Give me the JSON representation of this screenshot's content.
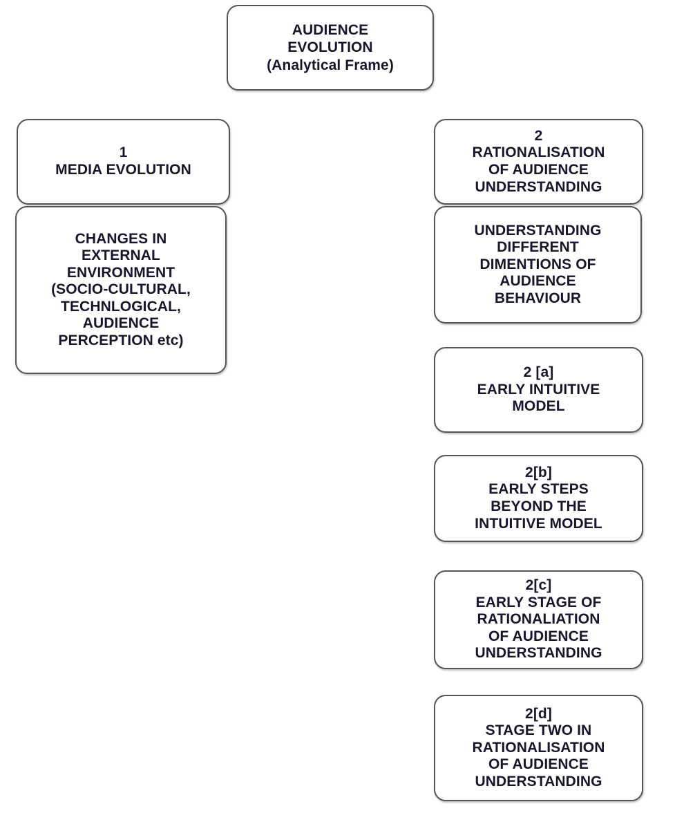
{
  "diagram": {
    "title": "AUDIENCE EVOLUTION (Analytical Frame)",
    "background_color": "#ffffff",
    "node_border_color": "#555555",
    "node_fill_color": "#ffffff",
    "text_color": "#16162c",
    "nodes": {
      "title": {
        "main": "AUDIENCE\nEVOLUTION",
        "sub": "(Analytical Frame)"
      },
      "media_evolution": {
        "number": "1",
        "text": "1\nMEDIA EVOLUTION"
      },
      "changes_external": {
        "text": "CHANGES IN\nEXTERNAL\nENVIRONMENT\n(SOCIO-CULTURAL,\nTECHNLOGICAL,\nAUDIENCE\nPERCEPTION etc)"
      },
      "rationalisation": {
        "number": "2",
        "text": "2\nRATIONALISATION\nOF AUDIENCE\nUNDERSTANDING"
      },
      "dimensions": {
        "text": "UNDERSTANDING\nDIFFERENT\nDIMENTIONS OF\nAUDIENCE\nBEHAVIOUR"
      },
      "stage_2a": {
        "number": "2 [a]",
        "text": "2 [a]\nEARLY INTUITIVE\nMODEL"
      },
      "stage_2b": {
        "number": "2[b]",
        "text": "2[b]\nEARLY STEPS\nBEYOND THE\nINTUITIVE MODEL"
      },
      "stage_2c": {
        "number": "2[c]",
        "text": "2[c]\nEARLY STAGE OF\nRATIONALIATION\nOF AUDIENCE\nUNDERSTANDING"
      },
      "stage_2d": {
        "number": "2[d]",
        "text": "2[d]\nSTAGE TWO IN\nRATIONALISATION\nOF AUDIENCE\nUNDERSTANDING"
      }
    }
  }
}
